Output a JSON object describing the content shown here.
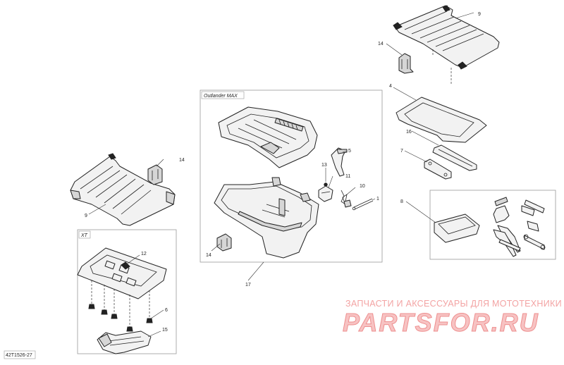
{
  "diagram": {
    "reference_code": "42T1526-27",
    "frames": {
      "max_label": "Outlander MAX",
      "xt_label": "XT"
    },
    "callouts": {
      "c1": "1",
      "c4": "4",
      "c5": "5",
      "c6": "6",
      "c7": "7",
      "c8": "8",
      "c9_top": "9",
      "c9_left": "9",
      "c10": "10",
      "c11": "11",
      "c12": "12",
      "c13": "13",
      "c14_top": "14",
      "c14_left": "14",
      "c14_bottom": "14",
      "c15": "15",
      "c16": "16",
      "c17": "17"
    },
    "watermark": {
      "line1": "ЗАПЧАСТИ И АКСЕССУАРЫ ДЛЯ МОТОТЕХНИКИ",
      "logo": "PARTSFOR.RU"
    }
  }
}
